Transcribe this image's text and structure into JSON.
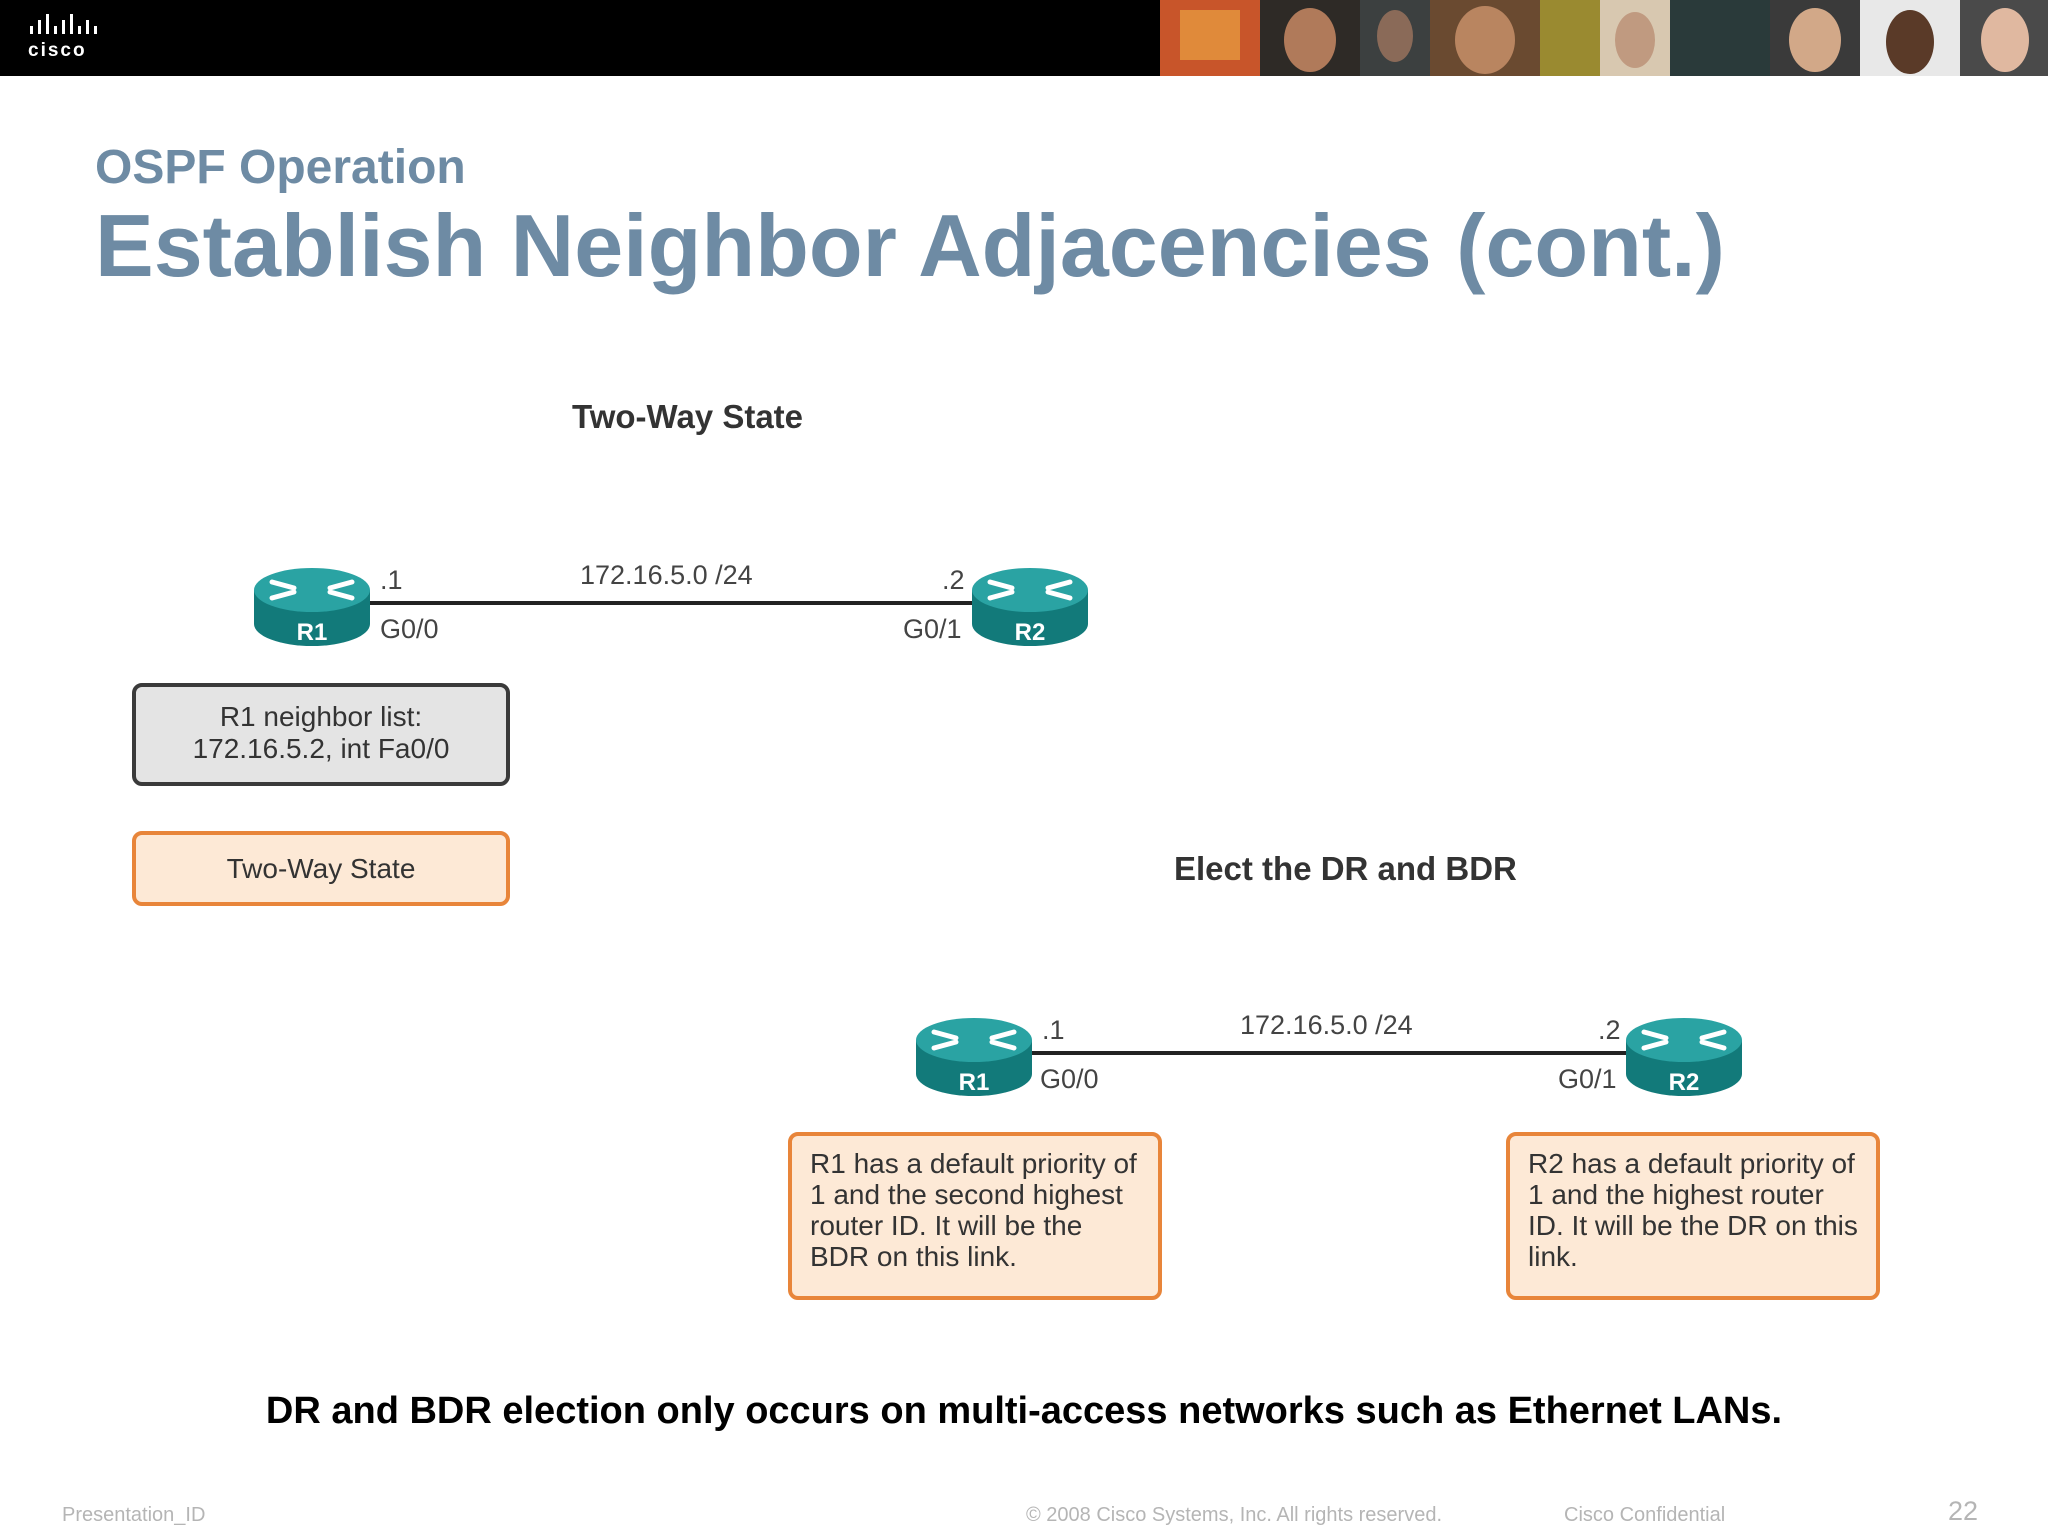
{
  "header": {
    "logo_text": "cisco"
  },
  "slide": {
    "kicker": "OSPF Operation",
    "title": "Establish Neighbor Adjacencies (cont.)"
  },
  "two_way": {
    "title": "Two-Way State",
    "network": "172.16.5.0 /24",
    "r1": {
      "name": "R1",
      "host": ".1",
      "interface": "G0/0"
    },
    "r2": {
      "name": "R2",
      "host": ".2",
      "interface": "G0/1"
    },
    "neighbor_list_line1": "R1 neighbor list:",
    "neighbor_list_line2": "172.16.5.2, int Fa0/0",
    "state_label": "Two-Way State"
  },
  "elect": {
    "title": "Elect the DR and BDR",
    "network": "172.16.5.0 /24",
    "r1": {
      "name": "R1",
      "host": ".1",
      "interface": "G0/0"
    },
    "r2": {
      "name": "R2",
      "host": ".2",
      "interface": "G0/1"
    },
    "r1_note": "R1 has a default priority of 1 and the second highest router ID. It will be the BDR on this link.",
    "r2_note": "R2 has a default priority of 1 and the highest router ID. It will be the DR on this link."
  },
  "tagline": "DR and BDR election only occurs on multi-access networks such as Ethernet LANs.",
  "footer": {
    "presentation_id": "Presentation_ID",
    "copyright": "© 2008 Cisco Systems, Inc. All rights reserved.",
    "confidential": "Cisco Confidential",
    "page_number": "22"
  },
  "colors": {
    "title": "#6e8ba4",
    "router_teal": "#1a8a8a",
    "note_fill": "#fde9d6",
    "note_border": "#e8853a",
    "neighbor_fill": "#e4e4e4"
  }
}
